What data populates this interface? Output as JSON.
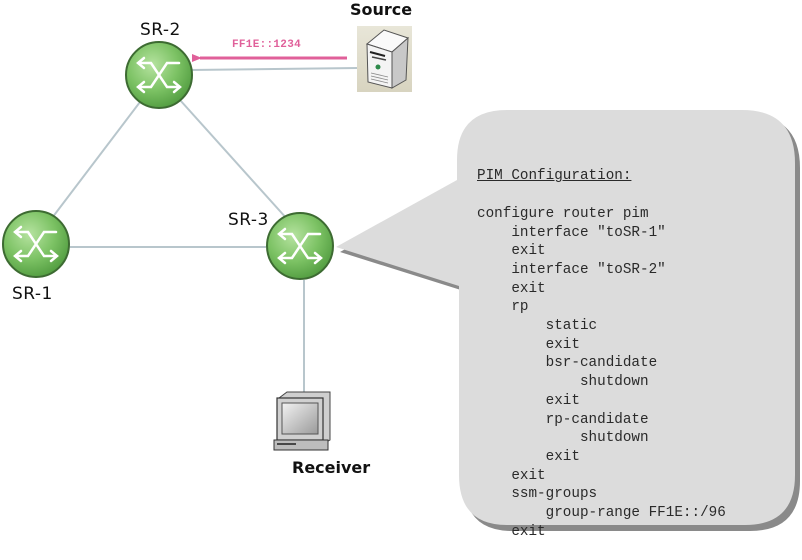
{
  "diagram": {
    "routers": [
      {
        "id": "SR-2",
        "label": "SR-2"
      },
      {
        "id": "SR-1",
        "label": "SR-1"
      },
      {
        "id": "SR-3",
        "label": "SR-3"
      }
    ],
    "source": {
      "label": "Source"
    },
    "receiver": {
      "label": "Receiver"
    },
    "multicast_flow": {
      "label": "FF1E::1234",
      "color": "#e0609a"
    },
    "colors": {
      "router_fill": "#7cc264",
      "router_border": "#3d6b32",
      "link": "#b8c6cc",
      "callout_fill": "#dcdcdc",
      "callout_shadow": "#8a8a8a"
    },
    "links": [
      {
        "from": "SR-2",
        "to": "Source"
      },
      {
        "from": "SR-2",
        "to": "SR-1"
      },
      {
        "from": "SR-2",
        "to": "SR-3"
      },
      {
        "from": "SR-1",
        "to": "SR-3"
      },
      {
        "from": "SR-3",
        "to": "Receiver"
      }
    ]
  },
  "config": {
    "title": "PIM Configuration:",
    "lines": [
      "configure router pim",
      "    interface \"toSR-1\"",
      "    exit",
      "    interface \"toSR-2\"",
      "    exit",
      "    rp",
      "        static",
      "        exit",
      "        bsr-candidate",
      "            shutdown",
      "        exit",
      "        rp-candidate",
      "            shutdown",
      "        exit",
      "    exit",
      "    ssm-groups",
      "        group-range FF1E::/96",
      "    exit"
    ]
  }
}
